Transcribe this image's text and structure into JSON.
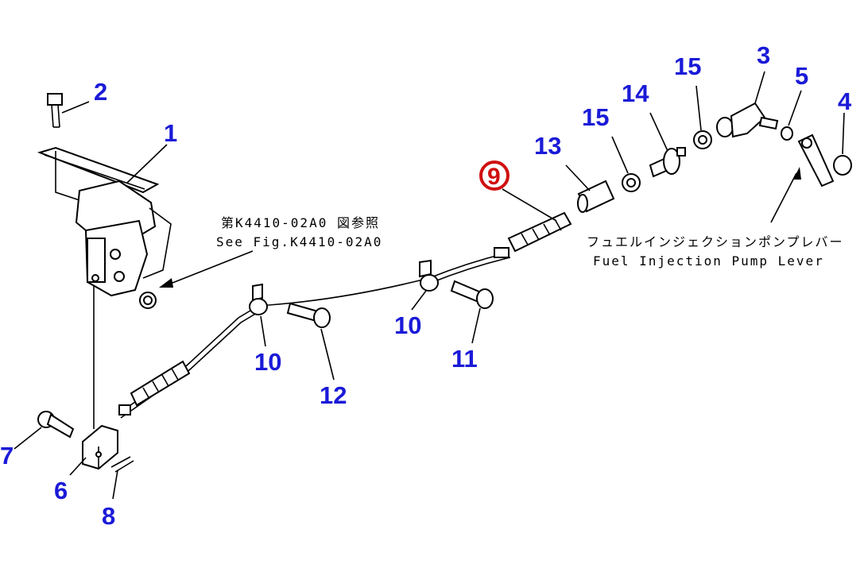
{
  "callouts": [
    {
      "id": "c2",
      "label": "2"
    },
    {
      "id": "c1",
      "label": "1"
    },
    {
      "id": "c9",
      "label": "9"
    },
    {
      "id": "c13",
      "label": "13"
    },
    {
      "id": "c15a",
      "label": "15"
    },
    {
      "id": "c14",
      "label": "14"
    },
    {
      "id": "c15b",
      "label": "15"
    },
    {
      "id": "c3",
      "label": "3"
    },
    {
      "id": "c5",
      "label": "5"
    },
    {
      "id": "c4",
      "label": "4"
    },
    {
      "id": "c10a",
      "label": "10"
    },
    {
      "id": "c10b",
      "label": "10"
    },
    {
      "id": "c11",
      "label": "11"
    },
    {
      "id": "c12",
      "label": "12"
    },
    {
      "id": "c7",
      "label": "7"
    },
    {
      "id": "c6",
      "label": "6"
    },
    {
      "id": "c8",
      "label": "8"
    }
  ],
  "notes": {
    "ref_jp": "第K4410-02A0 図参照",
    "ref_en": "See Fig.K4410-02A0",
    "lever_jp": "フュエルインジェクションポンプレバー",
    "lever_en": "Fuel Injection Pump Lever"
  },
  "colors": {
    "callout": "#1a1ad8",
    "highlight": "#d01010",
    "line": "#000000"
  }
}
